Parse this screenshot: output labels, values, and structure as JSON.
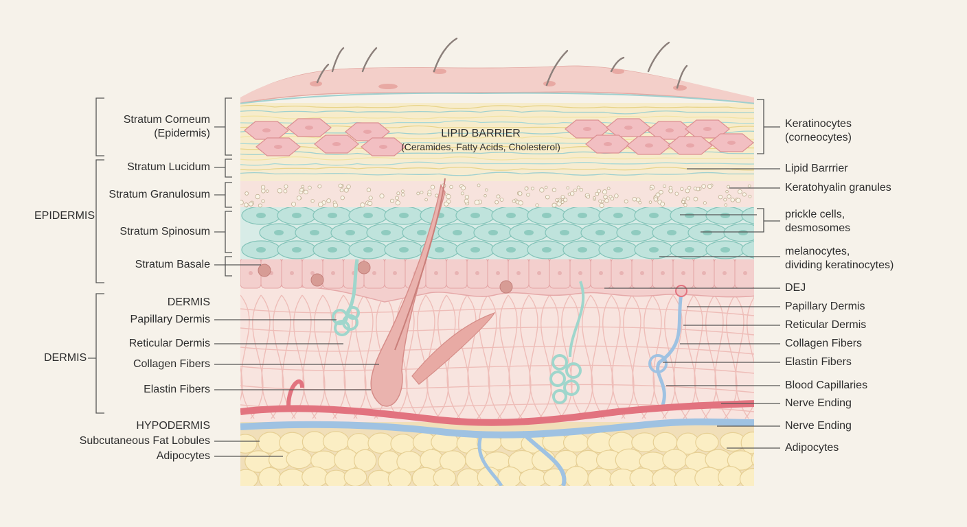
{
  "diagram": {
    "colors": {
      "background": "#f6f2ea",
      "surface": "#f3cfc9",
      "corneocyte": "#f2bfc2",
      "spinous_cell": "#bfe3dc",
      "basal": "#f3cfcd",
      "dermis": "#f8e4df",
      "artery": "#e2737f",
      "vein": "#9fc2e2",
      "fat": "#fbeec4",
      "lipid": "#f4e6ae",
      "label_text": "#2e2e2e",
      "leader_line": "#555555"
    },
    "center_title": "LIPID BARRIER",
    "center_subtitle": "(Ceramides, Fatty Acids, Cholesterol)",
    "left_labels": {
      "corneum_line1": "Stratum Corneum",
      "corneum_line2": "(Epidermis)",
      "lucidum": "Stratum Lucidum",
      "granulosum": "Stratum Granulosum",
      "spinosum": "Stratum Spinosum",
      "basale": "Stratum Basale",
      "epidermis": "EPIDERMIS",
      "dermis_heading": "DERMIS",
      "papillary": "Papillary Dermis",
      "reticular": "Reticular Dermis",
      "collagen": "Collagen Fibers",
      "elastin": "Elastin Fibers",
      "dermis_group": "DERMIS",
      "hypodermis": "HYPODERMIS",
      "fat_lobules": "Subcutaneous Fat Lobules",
      "adipocytes": "Adipocytes"
    },
    "right_labels": {
      "keratinocytes_line1": "Keratinocytes",
      "keratinocytes_line2": "(corneocytes)",
      "lipid_barrier": "Lipid Barrrier",
      "keratohyalin": "Keratohyalin granules",
      "prickle_line1": "prickle cells,",
      "prickle_line2": "desmosomes",
      "melano_line1": "melanocytes,",
      "melano_line2": "dividing keratinocytes)",
      "dej": "DEJ",
      "papillary": "Papillary Dermis",
      "reticular": "Reticular Dermis",
      "collagen": "Collagen Fibers",
      "elastin": "Elastin Fibers",
      "capillaries": "Blood Capillaries",
      "nerve1": "Nerve Ending",
      "nerve2": "Nerve Ending",
      "adipocytes": "Adipocytes"
    }
  }
}
